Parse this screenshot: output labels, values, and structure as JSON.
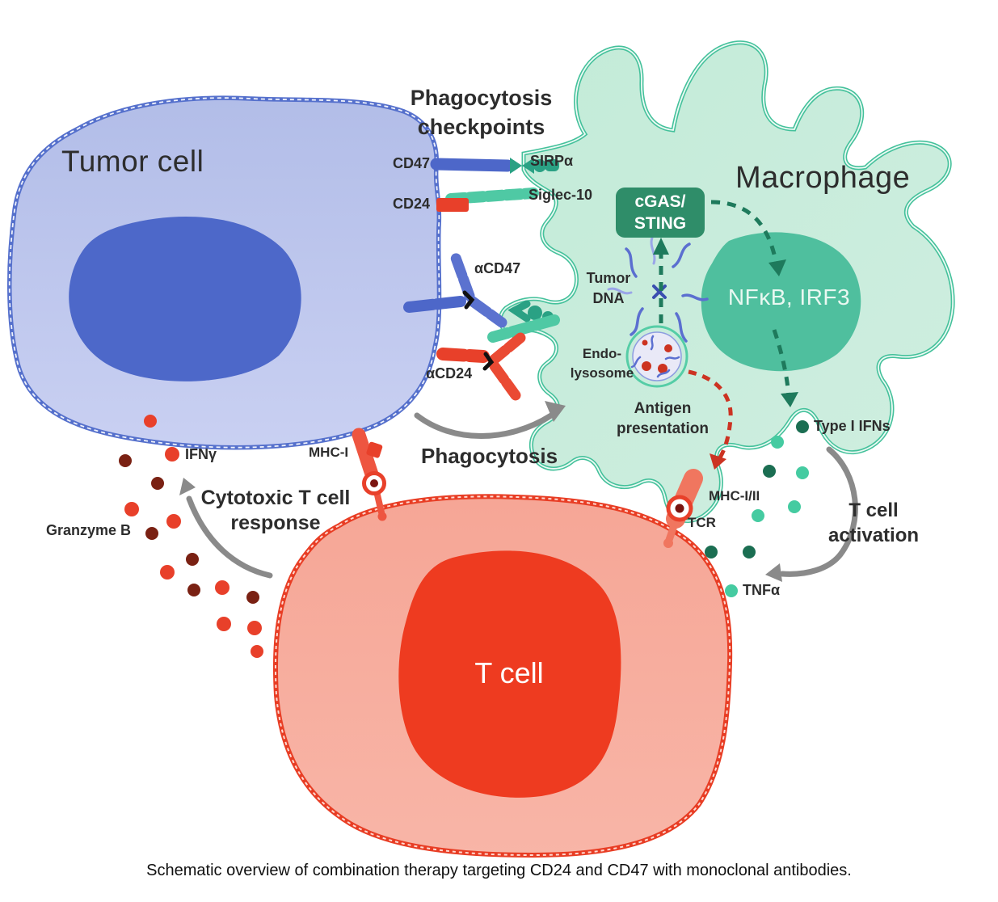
{
  "caption": "Schematic overview of combination therapy targeting CD24 and CD47 with monoclonal antibodies.",
  "cells": {
    "tumor": {
      "label": "Tumor cell"
    },
    "macrophage": {
      "label": "Macrophage",
      "nucleus_label": "NFκB, IRF3"
    },
    "t_cell": {
      "label": "T cell"
    }
  },
  "checkpoints": {
    "title": "Phagocytosis checkpoints",
    "cd47": "CD47",
    "sirpa": "SIRPα",
    "cd24": "CD24",
    "siglec10": "Siglec-10",
    "acd47": "αCD47",
    "acd24": "αCD24"
  },
  "pathway": {
    "cgas_line1": "cGAS/",
    "cgas_line2": "STING",
    "tumor_dna_line1": "Tumor",
    "tumor_dna_line2": "DNA",
    "endolysosome_line1": "Endo-",
    "endolysosome_line2": "lysosome",
    "antigen_line1": "Antigen",
    "antigen_line2": "presentation"
  },
  "signals": {
    "phagocytosis": "Phagocytosis",
    "mhc_i": "MHC-I",
    "mhc_i_ii": "MHC-I/II",
    "tcr": "TCR",
    "type_i_ifns": "Type I IFNs",
    "t_cell_activation_line1": "T cell",
    "t_cell_activation_line2": "activation",
    "tnfa": "TNFα",
    "cytotoxic_line1": "Cytotoxic T cell",
    "cytotoxic_line2": "response",
    "ifng": "IFNγ",
    "granzyme_b": "Granzyme B"
  },
  "colors": {
    "tumor_body": "#bcc6ec",
    "tumor_membrane": "#5570cc",
    "tumor_nucleus": "#4d68c9",
    "macrophage_body": "#c9ecdc",
    "macrophage_membrane": "#44c19b",
    "macrophage_nucleus": "#4fbf9e",
    "cgas_sting_box": "#2f8d69",
    "t_cell_body": "#f7ab9d",
    "t_cell_membrane": "#e83d24",
    "t_cell_nucleus": "#ee3b20",
    "cd47_blue": "#4d67c9",
    "cd24_red": "#e8402a",
    "receptor_teal_dark": "#2aa184",
    "receptor_teal_light": "#4fc9a4",
    "cytokine_dot_light": "#45cba1",
    "cytokine_dot_dark": "#1b6e52",
    "granzyme_dot_dark": "#7a2113",
    "ifng_dot_red": "#e8402a",
    "arrow_gray": "#8a8a8a",
    "arrow_teal_dashed": "#1e7a5c",
    "arrow_red_dashed": "#cc3322",
    "dna_blue": "#5b6fd0"
  }
}
